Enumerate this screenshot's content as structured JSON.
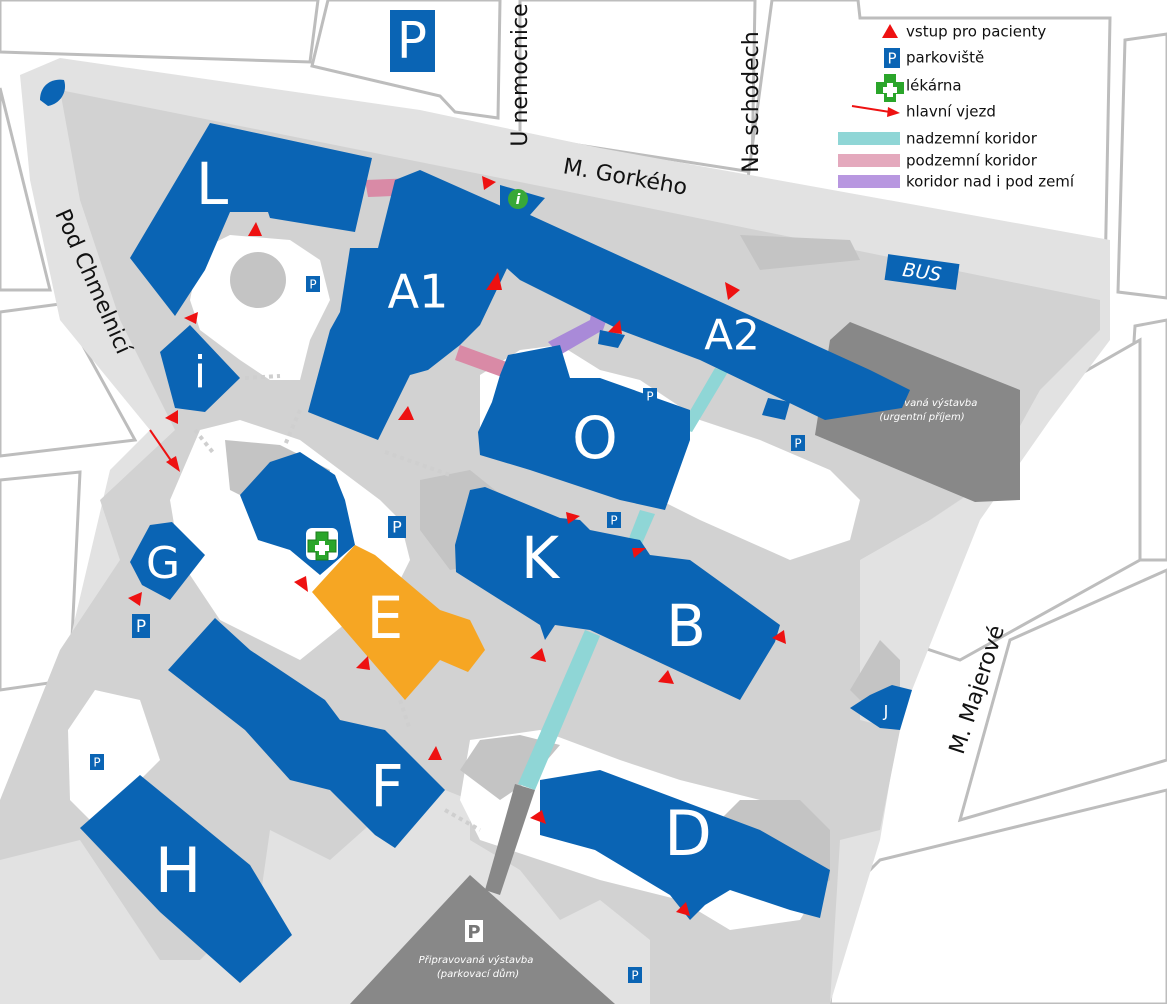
{
  "colors": {
    "building": "#0a64b4",
    "building_e": "#f6a623",
    "planned": "#888888",
    "entrance": "#ee1111",
    "corridor_above": "#8fd6d6",
    "corridor_below": "#d98aa6",
    "corridor_both": "#a98ad8",
    "pharmacy": "#2aa52a",
    "info": "#38a838"
  },
  "streets": {
    "gorkeho": "M. Gorkého",
    "u_nemocnice": "U nemocnice",
    "na_schodech": "Na schodech",
    "pod_chmelnici": "Pod Chmelnicí",
    "majerove": "M. Majerové"
  },
  "legend": {
    "entrance": "vstup pro pacienty",
    "parking": "parkoviště",
    "pharmacy": "lékárna",
    "main_entry": "hlavní vjezd",
    "corridor_above": "nadzemní koridor",
    "corridor_below": "podzemní koridor",
    "corridor_both": "koridor nad i pod zemí"
  },
  "buildings": {
    "L": "L",
    "A1": "A1",
    "A2": "A2",
    "i": "i",
    "O": "O",
    "G": "G",
    "K": "K",
    "E": "E",
    "B": "B",
    "F": "F",
    "H": "H",
    "D": "D",
    "J": "J"
  },
  "planned": {
    "urgent": {
      "line1": "Připravovaná výstavba",
      "line2": "(urgentní příjem)"
    },
    "garage": {
      "line1": "Připravovaná výstavba",
      "line2": "(parkovací dům)"
    }
  },
  "labels": {
    "parking_letter": "P",
    "bus": "BUS",
    "info_letter": "i"
  },
  "icons": {
    "parking": "parking-icon",
    "pharmacy": "pharmacy-cross-icon",
    "entrance": "entrance-triangle-icon",
    "info": "info-icon",
    "main_entry": "main-entry-arrow-icon"
  }
}
